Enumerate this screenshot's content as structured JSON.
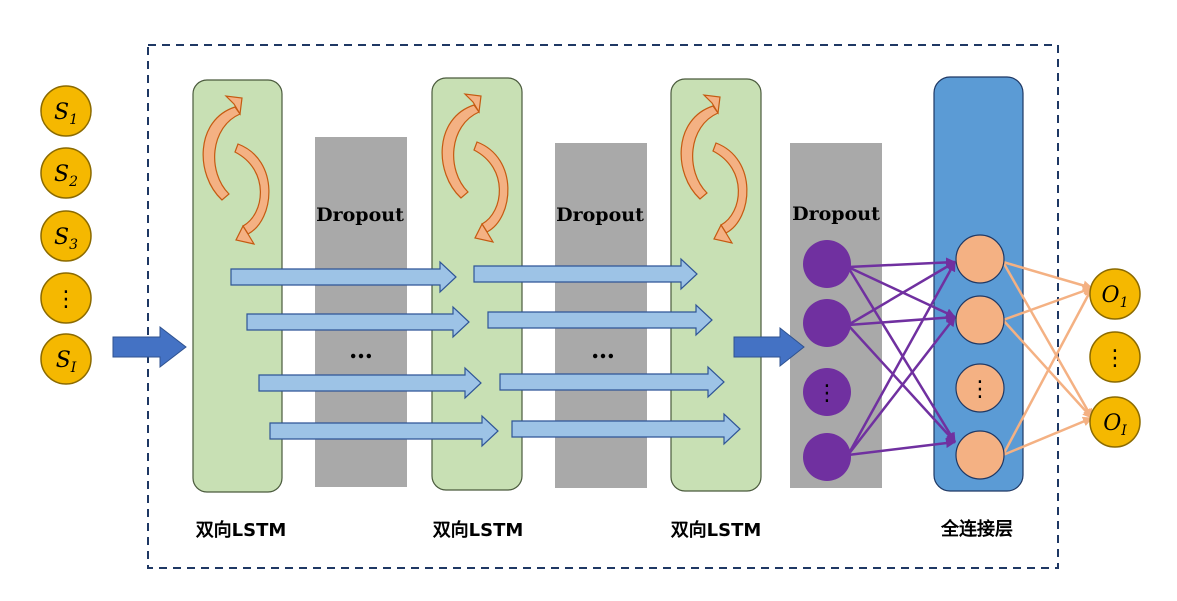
{
  "inputs": [
    {
      "base": "S",
      "sub": "1"
    },
    {
      "base": "S",
      "sub": "2"
    },
    {
      "base": "S",
      "sub": "3"
    },
    {
      "base": "⋮",
      "sub": ""
    },
    {
      "base": "S",
      "sub": "I"
    }
  ],
  "outputs": [
    {
      "base": "O",
      "sub": "1"
    },
    {
      "base": "⋮",
      "sub": ""
    },
    {
      "base": "O",
      "sub": "I"
    }
  ],
  "layers": {
    "lstm_label": "双向LSTM",
    "dropout_label": "Dropout",
    "dense_label": "全连接层",
    "ellipsis": "…",
    "vertical_ellipsis": "⋮"
  },
  "colors": {
    "input_node": "#F5B800",
    "lstm_fill": "#C8E0B4",
    "dropout_fill": "#A9A9A9",
    "dense_fill": "#5B9BD5",
    "dense_node": "#F4B183",
    "dropout_node": "#7030A0",
    "flow_arrow": "#9DC3E6",
    "big_arrow": "#4472C4",
    "purple_edge": "#7030A0",
    "orange_edge": "#F4B183"
  }
}
